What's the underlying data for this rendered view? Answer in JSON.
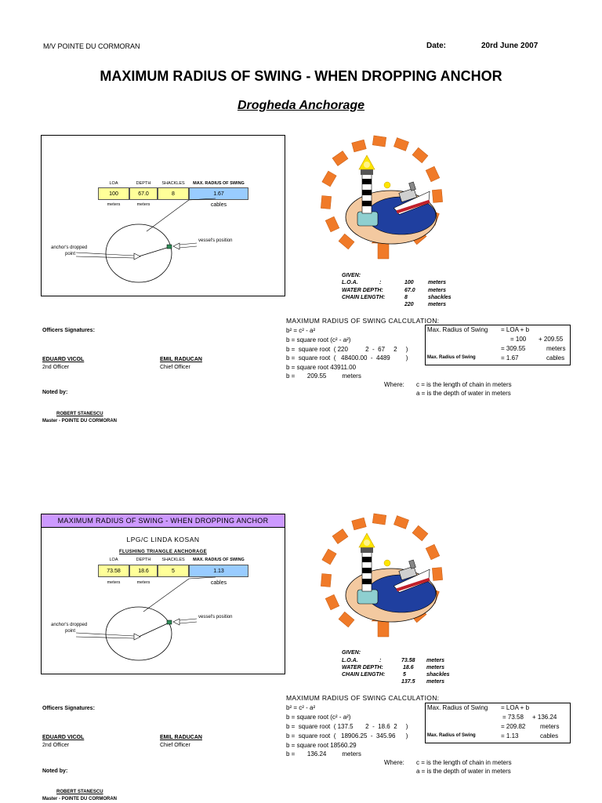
{
  "header": {
    "vessel": "M/V POINTE DU CORMORAN",
    "date_label": "Date:",
    "date_value": "20rd June 2007",
    "title": "MAXIMUM RADIUS OF SWING - WHEN DROPPING ANCHOR",
    "subtitle": "Drogheda Anchorage"
  },
  "section1": {
    "table_headers": [
      "LOA",
      "DEPTH",
      "SHACKLES",
      "MAX. RADIUS OF SWING"
    ],
    "table_values": [
      "100",
      "67.0",
      "8",
      "1.67"
    ],
    "table_units": [
      "meters",
      "meters",
      "cables"
    ],
    "anchor_label_1": "anchor's dropped",
    "anchor_label_2": "point",
    "vessel_label": "vessel's position",
    "given": {
      "title": "GIVEN:",
      "loa_label": "L.O.A.",
      "colon": ":",
      "loa_value": "100",
      "loa_unit": "meters",
      "depth_label": "WATER DEPTH:",
      "depth_value": "67.0",
      "depth_unit": "meters",
      "chain_label": "CHAIN LENGTH:",
      "chain_value": "8",
      "chain_unit": "shackles",
      "chain_m": "220",
      "chain_m_unit": "meters"
    },
    "calc_title": "MAXIMUM RADIUS OF SWING CALCULATION:",
    "calc_lines": [
      "b² = c² - a²",
      "b =  square root    (c² - a²)",
      "b =  square root  ( 220          2  -  67     2     )",
      "b =  square root  (   48400.00  -  4489         )",
      "b =  square root  43911.00",
      "b =       209.55         meters"
    ],
    "box": {
      "r1_label": "Max. Radius of Swing",
      "r1_value": "= LOA + b",
      "r2_value": "= 100",
      "r2_extra": "+ 209.55",
      "r3_value": "= 309.55",
      "r3_unit": "meters",
      "r4_label": "Max. Radius of Swing",
      "r4_value": "= 1.67",
      "r4_unit": "cables"
    },
    "where_label": "Where:",
    "where_1": "c = is the length of chain in meters",
    "where_2": "a = is the depth of water in meters",
    "signatures": {
      "officers": "Officers Signatures:",
      "name1": "EDUARD VICOL",
      "role1": "2nd Officer",
      "name2": "EMIL RADUCAN",
      "role2": "Chief Officer",
      "noted": "Noted by:",
      "master_name": "ROBERT STANESCU",
      "master_role": "Master - POINTE DU CORMORAN"
    }
  },
  "section2": {
    "banner": "MAXIMUM RADIUS OF SWING - WHEN DROPPING ANCHOR",
    "vessel": "LPG/C  LINDA KOSAN",
    "anchorage": "FLUSHING TRIANGLE ANCHORAGE",
    "table_headers": [
      "LOA",
      "DEPTH",
      "SHACKLES",
      "MAX. RADIUS OF SWING"
    ],
    "table_values": [
      "73.58",
      "18.6",
      "5",
      "1.13"
    ],
    "table_units": [
      "meters",
      "meters",
      "cables"
    ],
    "anchor_label_1": "anchor's dropped",
    "anchor_label_2": "point",
    "vessel_label": "vessel's position",
    "given": {
      "title": "GIVEN:",
      "loa_label": "L.O.A.",
      "colon": ":",
      "loa_value": "73.58",
      "loa_unit": "meters",
      "depth_label": "WATER DEPTH:",
      "depth_value": "18.6",
      "depth_unit": "meters",
      "chain_label": "CHAIN LENGTH:",
      "chain_value": "5",
      "chain_unit": "shackles",
      "chain_m": "137.5",
      "chain_m_unit": "meters"
    },
    "calc_title": "MAXIMUM RADIUS OF SWING CALCULATION:",
    "calc_lines": [
      "b² = c² - a²",
      "b =  square root    (c² - a²)",
      "b =  square root  ( 137.5       2  -  18.6  2     )",
      "b =  square root  (   18906.25  -  345.96      )",
      "b =  square root  18560.29",
      "b =       136.24         meters"
    ],
    "box": {
      "r1_label": "Max. Radius of Swing",
      "r1_value": "= LOA + b",
      "r2_value": "= 73.58",
      "r2_extra": "+ 136.24",
      "r3_value": "= 209.82",
      "r3_unit": "meters",
      "r4_label": "Max. Radius of Swing",
      "r4_value": "= 1.13",
      "r4_unit": "cables"
    },
    "where_label": "Where:",
    "where_1": "c = is the length of chain in meters",
    "where_2": "a = is the depth of water in meters",
    "signatures": {
      "officers": "Officers Signatures:",
      "name1": "EDUARD VICOL",
      "role1": "2nd Officer",
      "name2": "EMIL RADUCAN",
      "role2": "Chief Officer",
      "noted": "Noted by:",
      "master_name": "ROBERT STANESCU",
      "master_role": "Master - POINTE DU CORMORAN"
    }
  }
}
